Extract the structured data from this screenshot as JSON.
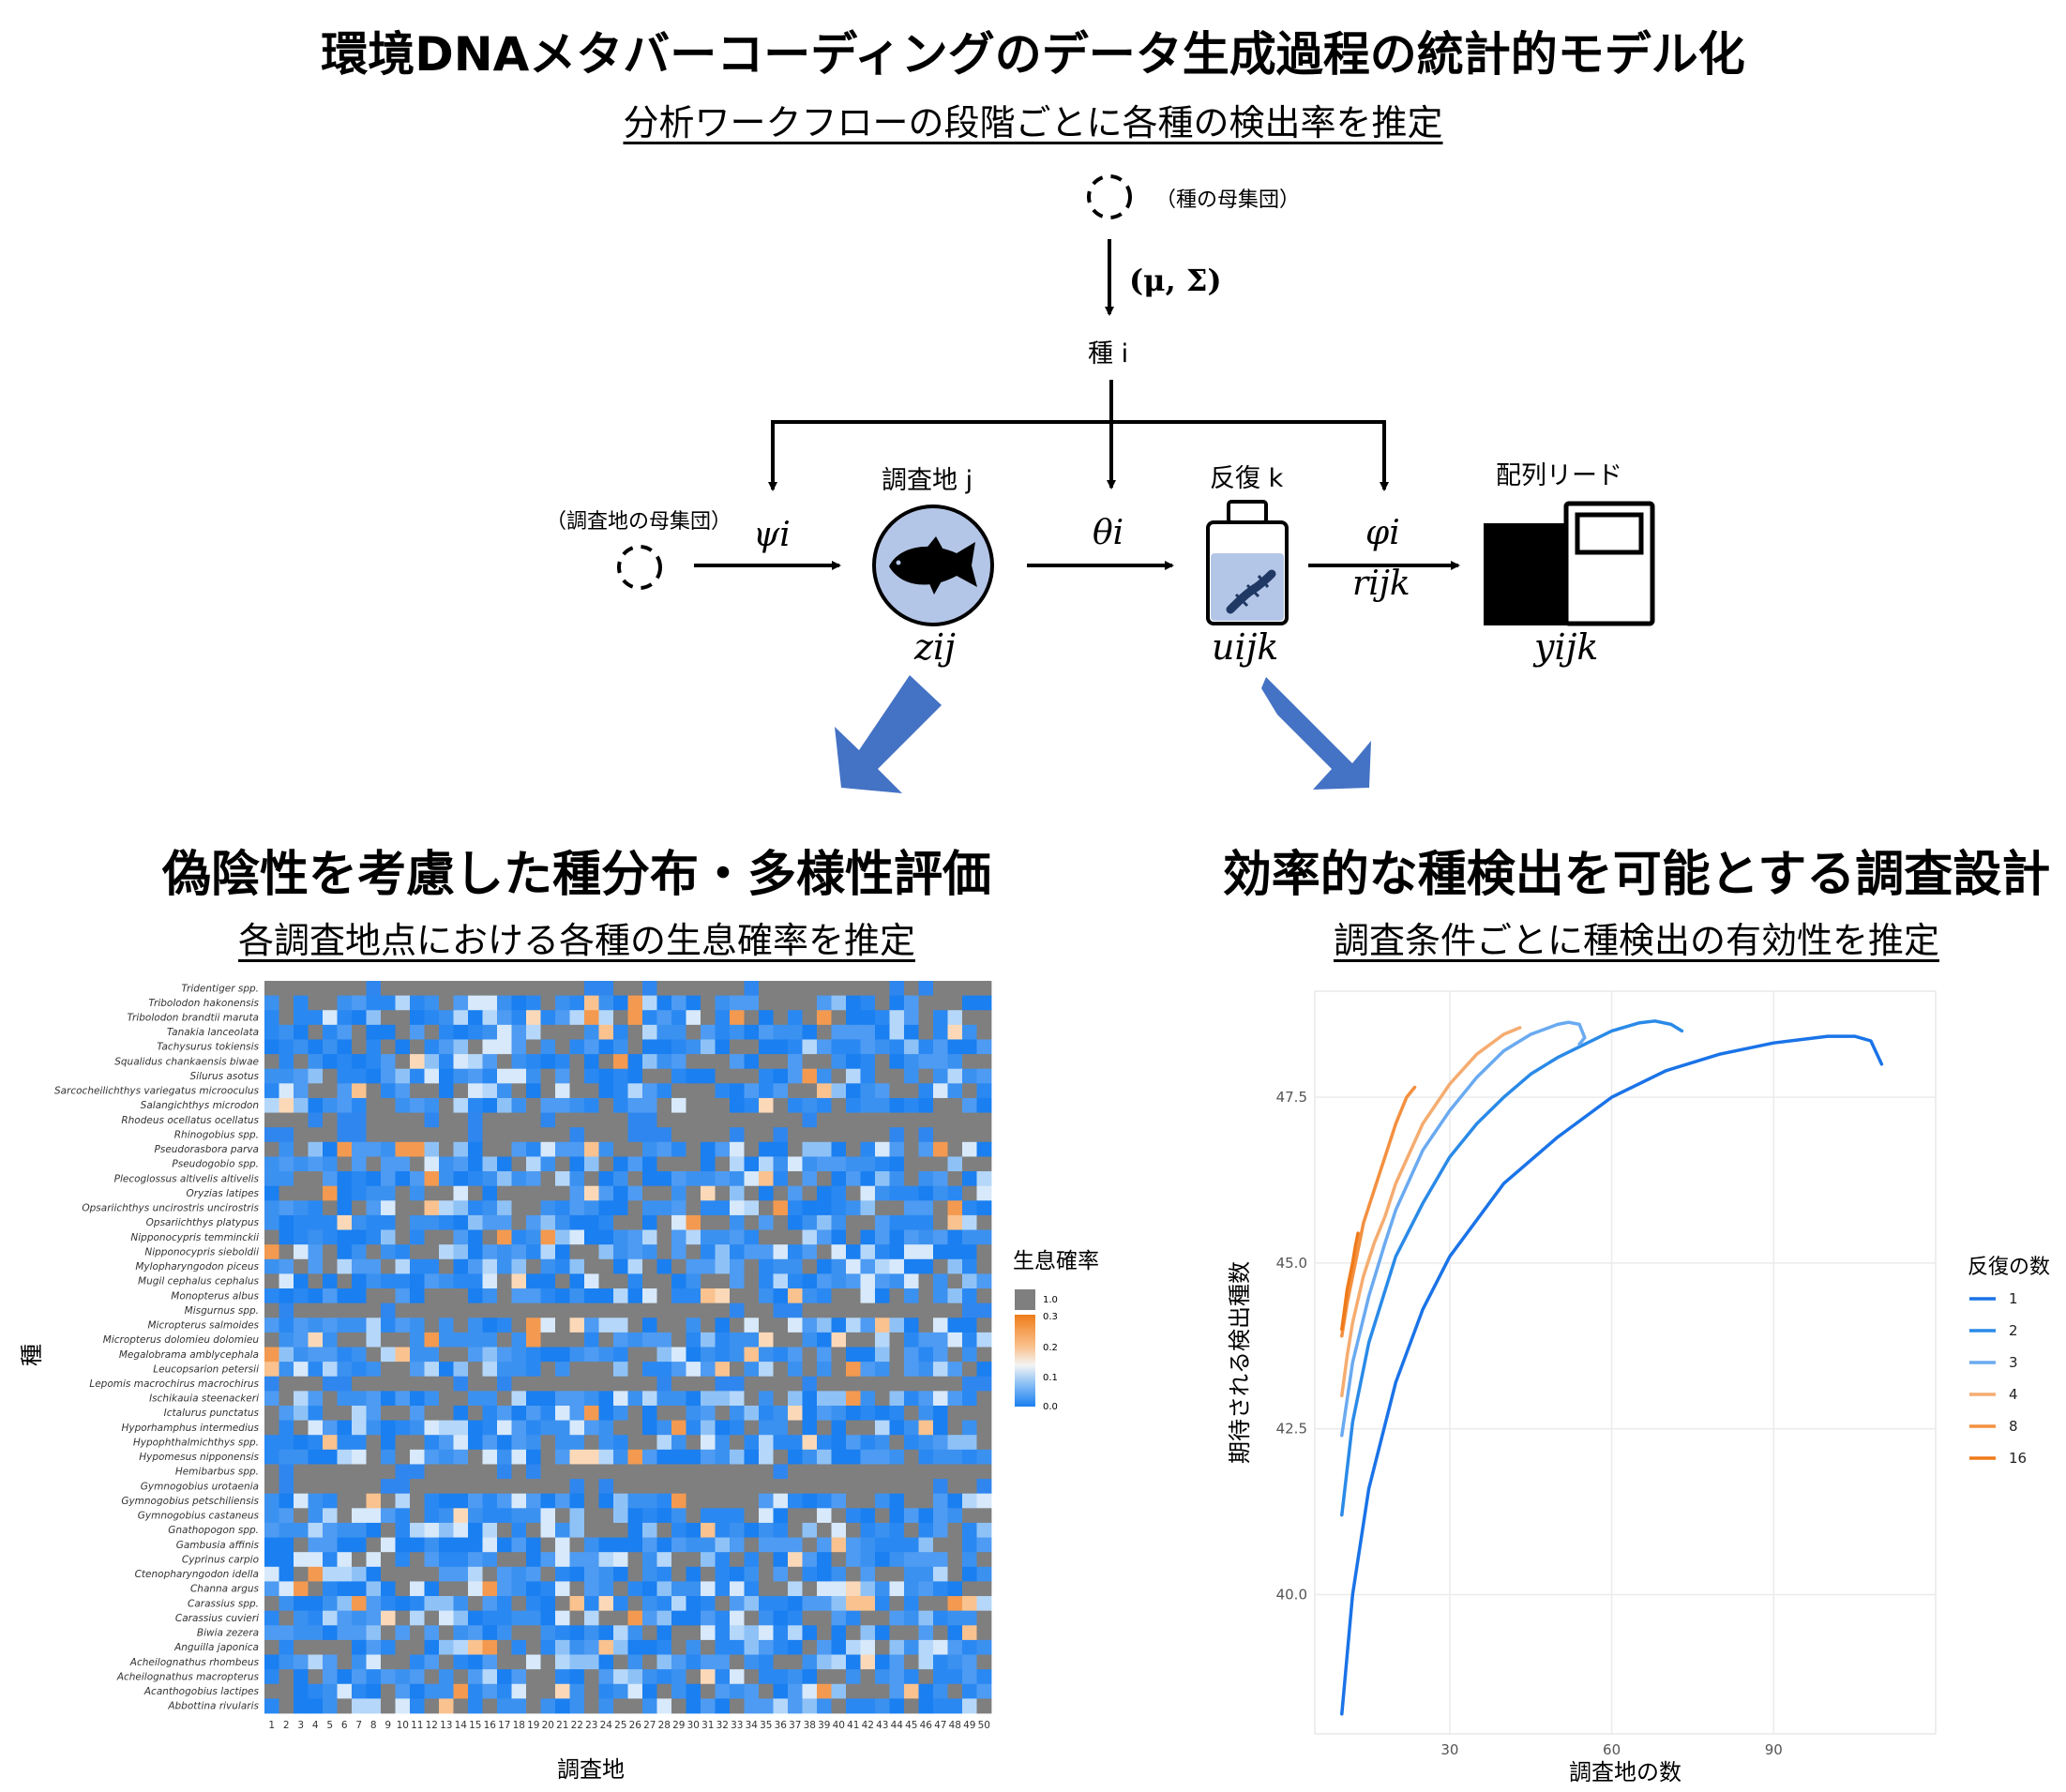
{
  "header": {
    "title": "環境DNAメタバーコーディングのデータ生成過程の統計的モデル化",
    "subtitle": "分析ワークフローの段階ごとに各種の検出率を推定"
  },
  "model": {
    "species_population": "（種の母集団）",
    "hyperparams": "(μ, Σ)",
    "species_label": "種 i",
    "site_population": "（調査地の母集団）",
    "site_label": "調査地 j",
    "replicate_label": "反復 k",
    "reads_label": "配列リード",
    "psi": "ψi",
    "theta": "θi",
    "phi": "φi",
    "r": "rijk",
    "z": "zij",
    "u": "uijk",
    "y": "yijk"
  },
  "left_panel": {
    "title": "偽陰性を考慮した種分布・多様性評価",
    "subtitle": "各調査地点における各種の生息確率を推定"
  },
  "right_panel": {
    "title": "効率的な種検出を可能とする調査設計",
    "subtitle": "調査条件ごとに種検出の有効性を推定"
  },
  "colors": {
    "arrow_blue": "#4472c4",
    "heat_gray": "#7f7f7f",
    "heat_blue": "#1a80f0",
    "heat_orange": "#f07d1a"
  },
  "chart_data": [
    {
      "type": "heatmap",
      "xlabel": "調査地",
      "ylabel": "種",
      "legend_title": "生息確率",
      "legend_ticks": [
        "1.0",
        "0.3",
        "0.2",
        "0.1",
        "0.0"
      ],
      "x_ticks": [
        "1",
        "2",
        "3",
        "4",
        "5",
        "6",
        "7",
        "8",
        "9",
        "10",
        "11",
        "12",
        "13",
        "14",
        "15",
        "16",
        "17",
        "18",
        "19",
        "20",
        "21",
        "22",
        "23",
        "24",
        "25",
        "26",
        "27",
        "28",
        "29",
        "30",
        "31",
        "32",
        "33",
        "34",
        "35",
        "36",
        "37",
        "38",
        "39",
        "40",
        "41",
        "42",
        "43",
        "44",
        "45",
        "46",
        "47",
        "48",
        "49",
        "50"
      ],
      "species": [
        "Tridentiger spp.",
        "Tribolodon hakonensis",
        "Tribolodon brandtii maruta",
        "Tanakia lanceolata",
        "Tachysurus tokiensis",
        "Squalidus chankaensis biwae",
        "Silurus asotus",
        "Sarcocheilichthys variegatus microoculus",
        "Salangichthys microdon",
        "Rhodeus ocellatus ocellatus",
        "Rhinogobius spp.",
        "Pseudorasbora parva",
        "Pseudogobio spp.",
        "Plecoglossus altivelis altivelis",
        "Oryzias latipes",
        "Opsariichthys uncirostris uncirostris",
        "Opsariichthys platypus",
        "Nipponocypris temminckii",
        "Nipponocypris sieboldii",
        "Mylopharyngodon piceus",
        "Mugil cephalus cephalus",
        "Monopterus albus",
        "Misgurnus spp.",
        "Micropterus salmoides",
        "Micropterus dolomieu dolomieu",
        "Megalobrama amblycephala",
        "Leucopsarion petersii",
        "Lepomis macrochirus macrochirus",
        "Ischikauia steenackeri",
        "Ictalurus punctatus",
        "Hyporhamphus intermedius",
        "Hypophthalmichthys spp.",
        "Hypomesus nipponensis",
        "Hemibarbus spp.",
        "Gymnogobius urotaenia",
        "Gymnogobius petschiliensis",
        "Gymnogobius castaneus",
        "Gnathopogon spp.",
        "Gambusia affinis",
        "Cyprinus carpio",
        "Ctenopharyngodon idella",
        "Channa argus",
        "Carassius spp.",
        "Carassius cuvieri",
        "Biwia zezera",
        "Anguilla japonica",
        "Acheilognathus rhombeus",
        "Acheilognathus macropterus",
        "Acanthogobius lactipes",
        "Abbottina rivularis"
      ]
    },
    {
      "type": "line",
      "xlabel": "調査地の数",
      "ylabel": "期待される検出種数",
      "legend_title": "反復の数",
      "x_ticks": [
        30,
        60,
        90
      ],
      "y_ticks": [
        40.0,
        42.5,
        45.0,
        47.5
      ],
      "xlim": [
        5,
        120
      ],
      "ylim": [
        37.9,
        49.1
      ],
      "series": [
        {
          "name": "1",
          "color": "#1a73e8",
          "x": [
            10,
            12,
            15,
            20,
            25,
            30,
            40,
            50,
            60,
            70,
            80,
            90,
            100,
            105,
            108,
            110
          ],
          "y": [
            38.2,
            40.0,
            41.6,
            43.2,
            44.3,
            45.1,
            46.2,
            46.9,
            47.5,
            47.9,
            48.15,
            48.32,
            48.42,
            48.42,
            48.35,
            48.0
          ]
        },
        {
          "name": "2",
          "color": "#2a8ae8",
          "x": [
            10,
            12,
            15,
            20,
            25,
            30,
            35,
            40,
            45,
            50,
            55,
            60,
            65,
            68,
            71,
            73
          ],
          "y": [
            41.2,
            42.6,
            43.8,
            45.1,
            45.9,
            46.6,
            47.1,
            47.5,
            47.85,
            48.1,
            48.3,
            48.5,
            48.62,
            48.65,
            48.6,
            48.5
          ]
        },
        {
          "name": "3",
          "color": "#6aaaf0",
          "x": [
            10,
            12,
            15,
            18,
            20,
            25,
            30,
            35,
            40,
            45,
            50,
            52,
            54,
            55,
            54
          ],
          "y": [
            42.4,
            43.5,
            44.5,
            45.3,
            45.8,
            46.7,
            47.3,
            47.8,
            48.2,
            48.45,
            48.6,
            48.63,
            48.6,
            48.4,
            48.3
          ]
        },
        {
          "name": "4",
          "color": "#f5ac70",
          "x": [
            10,
            11,
            12,
            14,
            16,
            18,
            20,
            25,
            30,
            35,
            40,
            43
          ],
          "y": [
            43.0,
            43.6,
            44.1,
            44.8,
            45.3,
            45.7,
            46.2,
            47.1,
            47.7,
            48.15,
            48.45,
            48.55
          ]
        },
        {
          "name": "8",
          "color": "#f39040",
          "x": [
            10,
            11,
            12,
            13,
            14,
            16,
            18,
            20,
            22,
            23.5
          ],
          "y": [
            43.9,
            44.4,
            44.8,
            45.2,
            45.6,
            46.1,
            46.6,
            47.1,
            47.5,
            47.65
          ]
        },
        {
          "name": "16",
          "color": "#ef7a1a",
          "x": [
            10,
            10.5,
            11,
            11.5,
            12,
            12.5,
            13
          ],
          "y": [
            44.0,
            44.3,
            44.6,
            44.8,
            45.0,
            45.25,
            45.45
          ]
        }
      ]
    }
  ]
}
